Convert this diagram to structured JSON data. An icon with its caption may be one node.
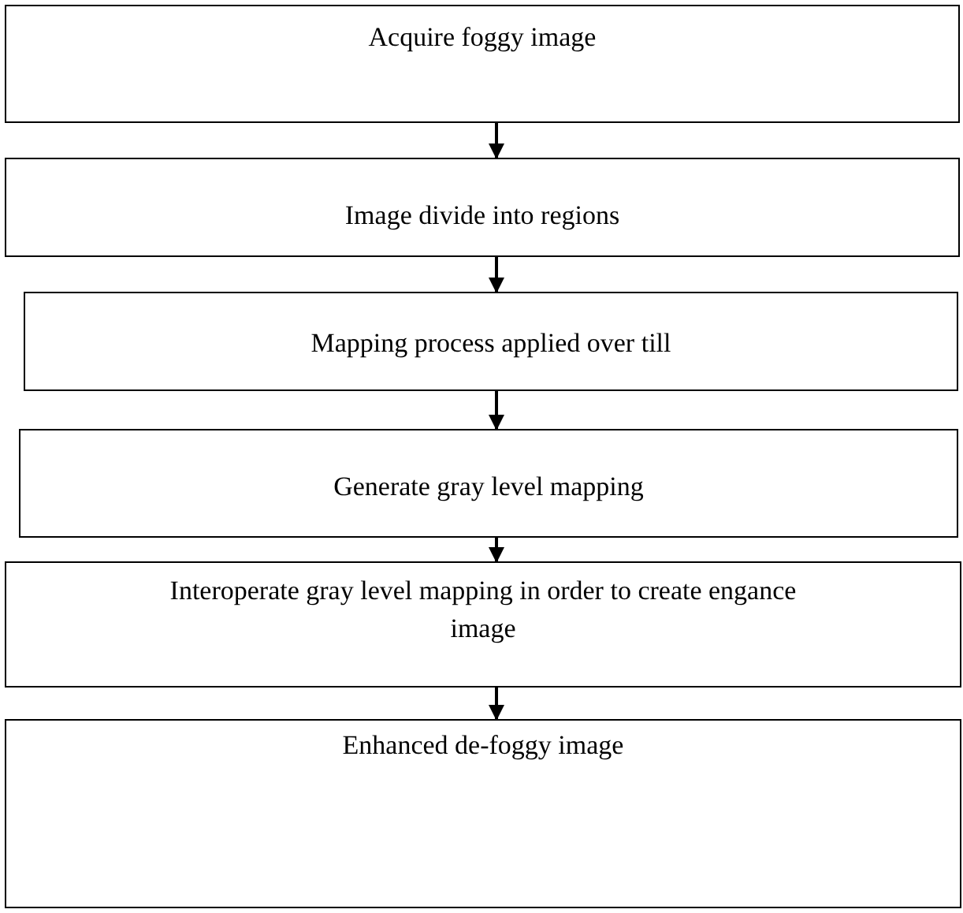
{
  "diagram": {
    "nodes": [
      {
        "text": [
          "Acquire foggy image"
        ]
      },
      {
        "text": [
          "Image divide into regions"
        ]
      },
      {
        "text": [
          "Mapping process applied over till"
        ]
      },
      {
        "text": [
          "Generate gray level mapping"
        ]
      },
      {
        "text": [
          "Interoperate gray level mapping in order to create engance image"
        ]
      },
      {
        "text": [
          "Enhanced de-foggy image"
        ]
      }
    ],
    "edges": [
      {
        "from": 0,
        "to": 1,
        "arrow": "to"
      },
      {
        "from": 1,
        "to": 2,
        "arrow": "to"
      },
      {
        "from": 2,
        "to": 3,
        "arrow": "to"
      },
      {
        "from": 3,
        "to": 4,
        "arrow": "to"
      },
      {
        "from": 4,
        "to": 5,
        "arrow": "to"
      }
    ]
  }
}
